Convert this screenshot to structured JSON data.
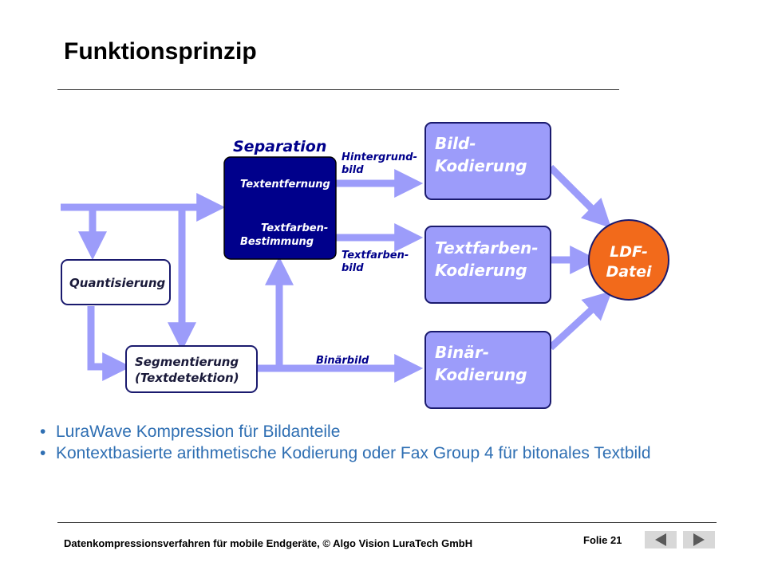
{
  "slide": {
    "title": "Funktionsprinzip",
    "footer": "Datenkompressionsverfahren für mobile Endgeräte, © Algo Vision LuraTech GmbH",
    "slide_number": "Folie 21"
  },
  "diagram": {
    "separation_heading": "Separation",
    "separation_line1": "Textentfernung",
    "separation_line2a": "Textfarben-",
    "separation_line2b": "Bestimmung",
    "quantisierung": "Quantisierung",
    "segmentierung_a": "Segmentierung",
    "segmentierung_b": "(Textdetektion)",
    "hintergrund_a": "Hintergrund-",
    "hintergrund_b": "bild",
    "textfarben_bild_a": "Textfarben-",
    "textfarben_bild_b": "bild",
    "binaerbild": "Binärbild",
    "bild_kod_a": "Bild-",
    "bild_kod_b": "Kodierung",
    "textfarben_kod_a": "Textfarben-",
    "textfarben_kod_b": "Kodierung",
    "binaer_kod_a": "Binär-",
    "binaer_kod_b": "Kodierung",
    "ldf_a": "LDF-",
    "ldf_b": "Datei"
  },
  "bullets": [
    "LuraWave Kompression für Bildanteile",
    "Kontextbasierte arithmetische Kodierung oder Fax Group 4 für  bitonales Textbild"
  ],
  "colors": {
    "arrow": "#9c9cfa",
    "box_fill": "#9c9cfa",
    "separation_fill": "#00008b",
    "label_blue": "#00008b",
    "ldf_fill": "#f26a1b",
    "bullet_text": "#2f6fb3"
  }
}
